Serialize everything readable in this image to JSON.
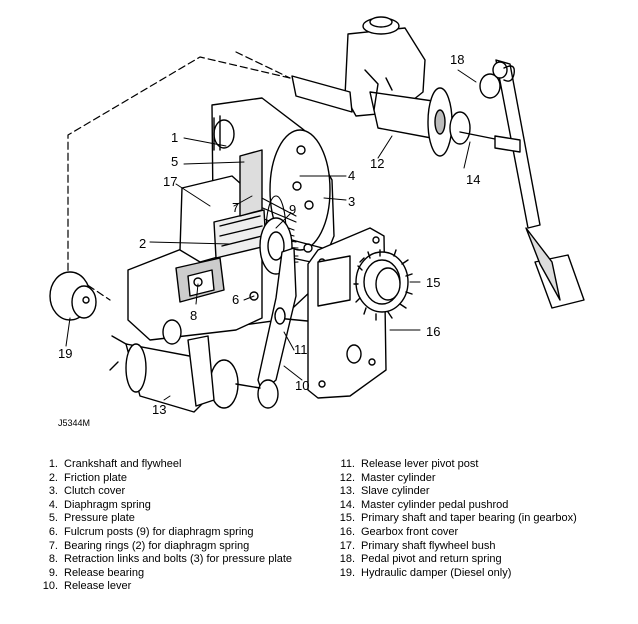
{
  "figure_ref": "J5344M",
  "callouts": [
    "1",
    "2",
    "3",
    "4",
    "5",
    "6",
    "7",
    "8",
    "9",
    "10",
    "11",
    "12",
    "13",
    "14",
    "15",
    "16",
    "17",
    "18",
    "19"
  ],
  "legend": [
    {
      "num": "1.",
      "text": "Crankshaft and flywheel"
    },
    {
      "num": "2.",
      "text": "Friction plate"
    },
    {
      "num": "3.",
      "text": "Clutch cover"
    },
    {
      "num": "4.",
      "text": "Diaphragm spring"
    },
    {
      "num": "5.",
      "text": "Pressure plate"
    },
    {
      "num": "6.",
      "text": "Fulcrum posts (9) for diaphragm spring"
    },
    {
      "num": "7.",
      "text": "Bearing rings (2) for diaphragm spring"
    },
    {
      "num": "8.",
      "text": "Retraction links and bolts (3) for pressure plate"
    },
    {
      "num": "9.",
      "text": "Release bearing"
    },
    {
      "num": "10.",
      "text": "Release lever"
    },
    {
      "num": "11.",
      "text": "Release lever pivot post"
    },
    {
      "num": "12.",
      "text": "Master cylinder"
    },
    {
      "num": "13.",
      "text": "Slave cylinder"
    },
    {
      "num": "14.",
      "text": "Master cylinder pedal pushrod"
    },
    {
      "num": "15.",
      "text": "Primary shaft and taper bearing (in gearbox)"
    },
    {
      "num": "16.",
      "text": "Gearbox front cover"
    },
    {
      "num": "17.",
      "text": "Primary shaft flywheel bush"
    },
    {
      "num": "18.",
      "text": "Pedal pivot and return spring"
    },
    {
      "num": "19.",
      "text": "Hydraulic damper (Diesel only)"
    }
  ]
}
